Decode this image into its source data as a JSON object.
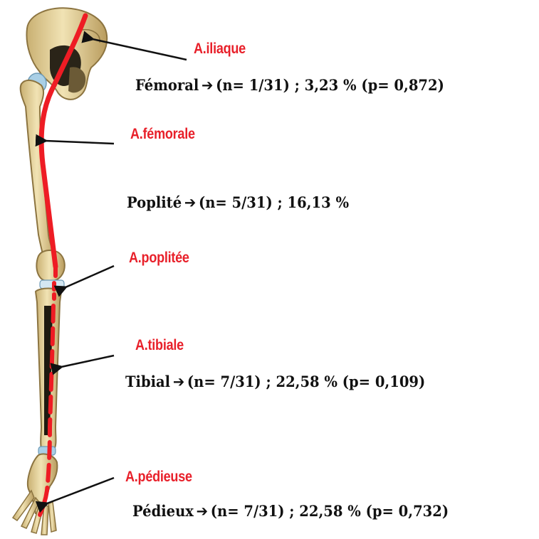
{
  "arteries": [
    {
      "label": "A.iliaque"
    },
    {
      "label": "A.fémorale"
    },
    {
      "label": "A.poplitée"
    },
    {
      "label": "A.tibiale"
    },
    {
      "label": "A.pédieuse"
    }
  ],
  "stats": [
    {
      "segment": "Fémoral",
      "detail": "(n= 1/31) ; 3,23  % (p= 0,872)"
    },
    {
      "segment": "Poplité",
      "detail": "(n= 5/31) ; 16,13 %"
    },
    {
      "segment": "Tibial",
      "detail": "(n= 7/31) ; 22,58  % (p= 0,109)"
    },
    {
      "segment": "Pédieux",
      "detail": "(n= 7/31) ; 22,58  % (p= 0,732)"
    }
  ],
  "arrow_glyph": "➔",
  "colors": {
    "artery_line": "#ee1c24",
    "artery_label": "#e8202a",
    "bone": "#ead9a4",
    "bone_shadow": "#b59a5c",
    "cartilage": "#a9cfe6",
    "pointer_arrow": "#111111"
  }
}
